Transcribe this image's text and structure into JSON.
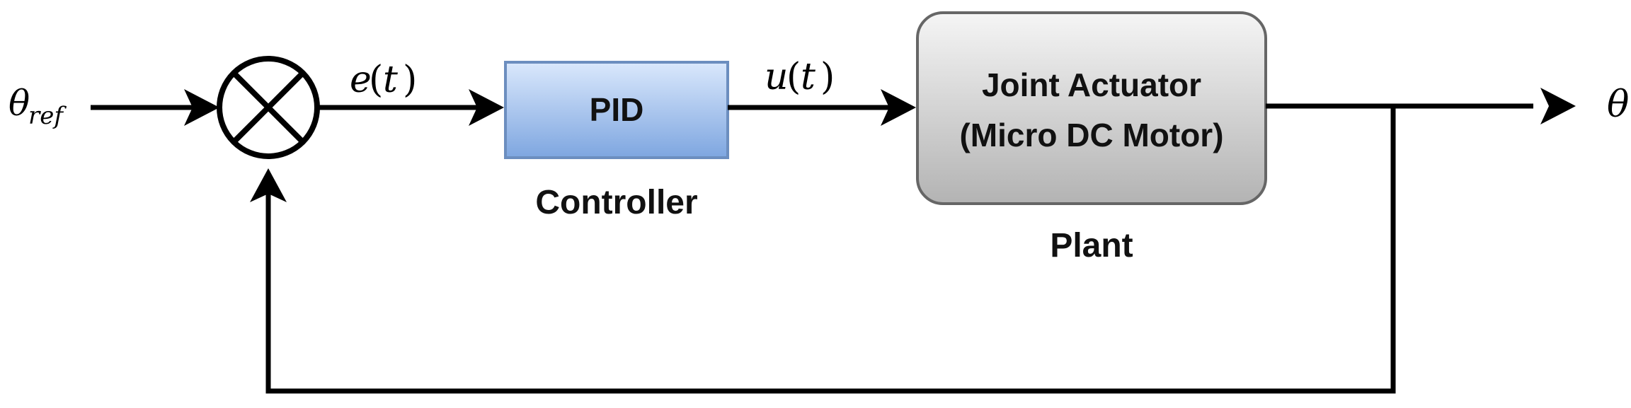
{
  "input_signal": {
    "symbol": "θ",
    "subscript": "ref"
  },
  "error_signal": {
    "symbol": "e",
    "arg": "t"
  },
  "controller": {
    "block_text": "PID",
    "caption": "Controller",
    "fill_top": "#dae8fc",
    "fill_bottom": "#7ea6e0",
    "stroke": "#6c8ebf"
  },
  "control_signal": {
    "symbol": "u",
    "arg": "t"
  },
  "plant": {
    "line1": "Joint Actuator",
    "line2": "(Micro DC Motor)",
    "caption": "Plant",
    "fill_top": "#f5f5f5",
    "fill_bottom": "#b3b3b3",
    "stroke": "#666666"
  },
  "output_signal": {
    "symbol": "θ"
  },
  "summing_junction": {
    "icon": "circle-cross-icon"
  }
}
